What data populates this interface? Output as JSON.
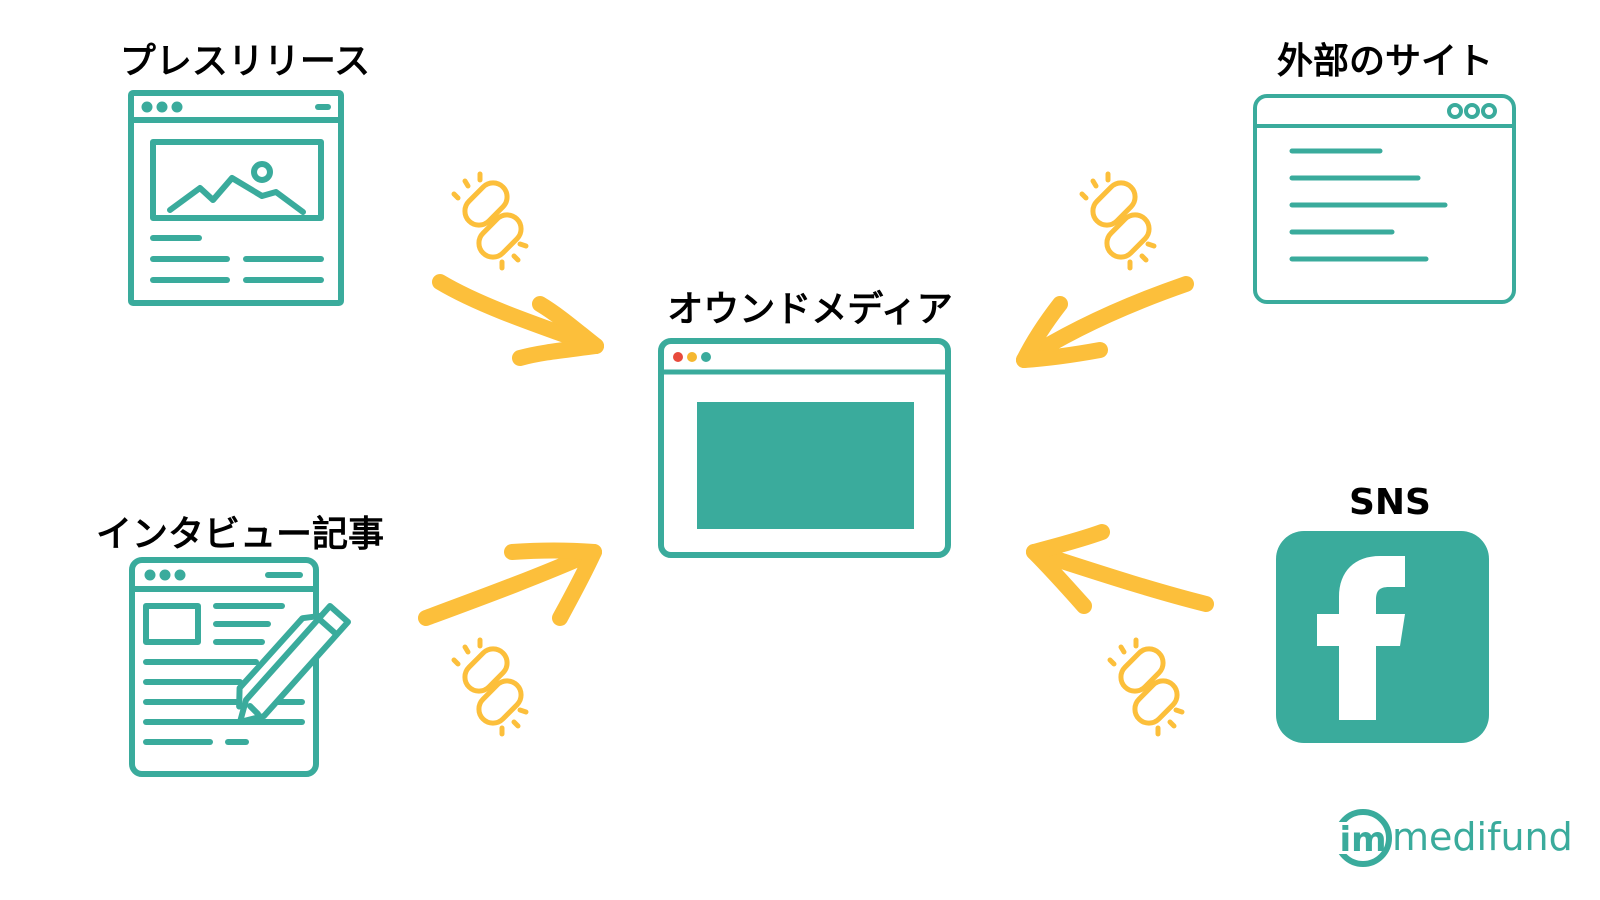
{
  "labels": {
    "press_release": "プレスリリース",
    "external_site": "外部のサイト",
    "owned_media": "オウンドメディア",
    "interview_article": "インタビュー記事",
    "sns": "SNS"
  },
  "logo": {
    "text": "medifund",
    "mark": "im"
  },
  "colors": {
    "teal": "#3aab9c",
    "arrow": "#fcbf3b",
    "dot_red": "#e84a3c",
    "dot_yellow": "#f5b730",
    "dot_teal": "#3aab9c"
  },
  "icons": [
    "press-release-icon",
    "external-site-icon",
    "owned-media-icon",
    "interview-article-icon",
    "facebook-icon",
    "link-chain-icon",
    "arrow-icon"
  ]
}
